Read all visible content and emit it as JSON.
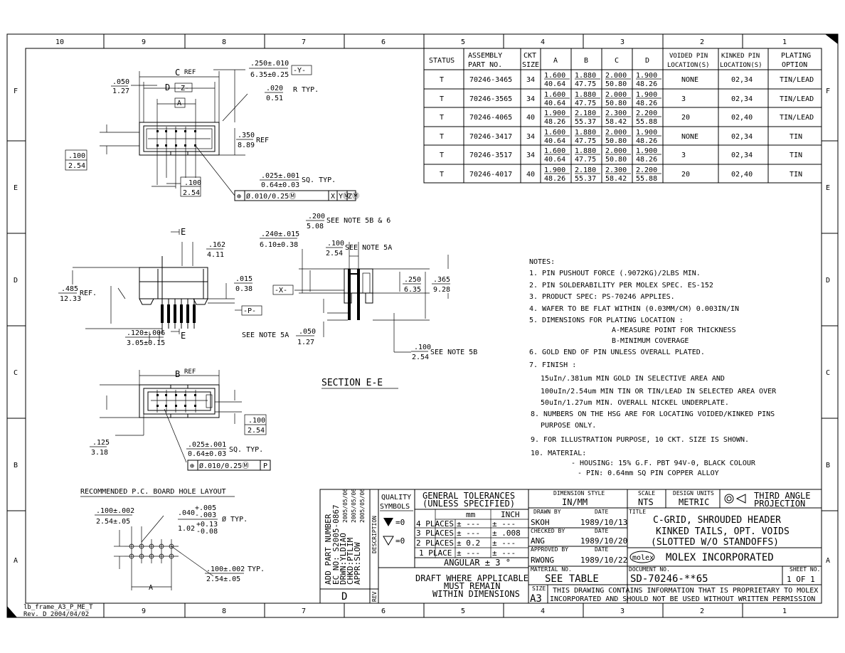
{
  "frame": {
    "col_labels": [
      "10",
      "9",
      "8",
      "7",
      "6",
      "5",
      "4",
      "3",
      "2",
      "1"
    ],
    "row_labels": [
      "F",
      "E",
      "D",
      "C",
      "B",
      "A"
    ],
    "frame_id": "lb_frame_A3_P_ME_T",
    "frame_rev": "Rev. D 2004/04/02"
  },
  "table": {
    "headers": [
      "STATUS",
      "ASSEMBLY PART NO.",
      "CKT SIZE",
      "A",
      "B",
      "C",
      "D",
      "VOIDED PIN LOCATION(S)",
      "KINKED PIN LOCATION(S)",
      "PLATING OPTION"
    ],
    "rows": [
      {
        "status": "T",
        "part": "70246-3465",
        "ckt": "34",
        "a1": "1.600",
        "a2": "40.64",
        "b1": "1.880",
        "b2": "47.75",
        "c1": "2.000",
        "c2": "50.80",
        "d1": "1.900",
        "d2": "48.26",
        "voided": "NONE",
        "kinked": "02,34",
        "plating": "TIN/LEAD"
      },
      {
        "status": "T",
        "part": "70246-3565",
        "ckt": "34",
        "a1": "1.600",
        "a2": "40.64",
        "b1": "1.880",
        "b2": "47.75",
        "c1": "2.000",
        "c2": "50.80",
        "d1": "1.900",
        "d2": "48.26",
        "voided": "3",
        "kinked": "02,34",
        "plating": "TIN/LEAD"
      },
      {
        "status": "T",
        "part": "70246-4065",
        "ckt": "40",
        "a1": "1.900",
        "a2": "48.26",
        "b1": "2.180",
        "b2": "55.37",
        "c1": "2.300",
        "c2": "58.42",
        "d1": "2.200",
        "d2": "55.88",
        "voided": "20",
        "kinked": "02,40",
        "plating": "TIN/LEAD"
      },
      {
        "status": "T",
        "part": "70246-3417",
        "ckt": "34",
        "a1": "1.600",
        "a2": "40.64",
        "b1": "1.880",
        "b2": "47.75",
        "c1": "2.000",
        "c2": "50.80",
        "d1": "1.900",
        "d2": "48.26",
        "voided": "NONE",
        "kinked": "02,34",
        "plating": "TIN"
      },
      {
        "status": "T",
        "part": "70246-3517",
        "ckt": "34",
        "a1": "1.600",
        "a2": "40.64",
        "b1": "1.880",
        "b2": "47.75",
        "c1": "2.000",
        "c2": "50.80",
        "d1": "1.900",
        "d2": "48.26",
        "voided": "3",
        "kinked": "02,34",
        "plating": "TIN"
      },
      {
        "status": "T",
        "part": "70246-4017",
        "ckt": "40",
        "a1": "1.900",
        "a2": "48.26",
        "b1": "2.180",
        "b2": "55.37",
        "c1": "2.300",
        "c2": "58.42",
        "d1": "2.200",
        "d2": "55.88",
        "voided": "20",
        "kinked": "02,40",
        "plating": "TIN"
      }
    ]
  },
  "notes": {
    "title": "NOTES:",
    "lines": [
      "1. PIN PUSHOUT FORCE (.9072KG)/2LBS MIN.",
      "2. PIN SOLDERABILITY PER MOLEX SPEC. ES-152",
      "3. PRODUCT SPEC: PS-70246 APPLIES.",
      "4. WAFER TO BE FLAT WITHIN (0.03MM/CM) 0.003IN/IN",
      "5. DIMENSIONS FOR PLATING LOCATION :",
      "A-MEASURE POINT FOR THICKNESS",
      "B-MINIMUM COVERAGE",
      "6. GOLD END OF PIN UNLESS OVERALL PLATED.",
      "7. FINISH :",
      "15uIn/.381um MIN GOLD IN SELECTIVE AREA AND",
      "100uIn/2.54um MIN TIN OR TIN/LEAD IN SELECTED AREA OVER",
      "50uIn/1.27um MIN. OVERALL NICKEL UNDERPLATE.",
      "8. NUMBERS ON THE HSG ARE FOR LOCATING VOIDED/KINKED PINS",
      "PURPOSE ONLY.",
      "9. FOR ILLUSTRATION PURPOSE, 10 CKT. SIZE IS SHOWN.",
      "10. MATERIAL:",
      "- HOUSING: 15% G.F. PBT 94V-0, BLACK COLOUR",
      "- PIN: 0.64mm SQ PIN COPPER ALLOY"
    ]
  },
  "dims": {
    "top_c_ref": "C",
    "ref": "REF",
    "top_d": "D",
    "datum_z": "-Z-",
    "datum_y": "-Y-",
    "datum_a": "A",
    "d050": ".050",
    "d127": "1.27",
    "d250": ".250±.010",
    "d635": "6.35±0.25",
    "d020": ".020",
    "d051": "0.51",
    "rtyp": "R TYP.",
    "d350": ".350",
    "d889": "8.89",
    "d100a": ".100",
    "d254a": "2.54",
    "d025": ".025±.001",
    "d064": "0.64±0.03",
    "sqtyp": "SQ. TYP.",
    "d100b": ".100",
    "d254b": "2.54",
    "fcf1": "⊕",
    "fcf2": "Ø.010/0.25Ⓜ",
    "fcf3": "X",
    "fcf4": "YⓂ",
    "fcf5": "ZⓂ",
    "e_label": "E",
    "d162": ".162",
    "d411": "4.11",
    "d485": ".485",
    "d1233": "12.33",
    "ref_dot": "REF.",
    "d015": ".015",
    "d038": "0.38",
    "datum_p": "-P-",
    "d120": ".120±.006",
    "d305": "3.05±0.15",
    "d200": ".200",
    "d508": "5.08",
    "see5b6": "SEE NOTE 5B & 6",
    "d240": ".240±.015",
    "d610": "6.10±0.38",
    "d100c": ".100",
    "d254c": "2.54",
    "see5a": "SEE NOTE 5A",
    "datum_x": "-X-",
    "d250b": ".250",
    "d635b": "6.35",
    "d365": ".365",
    "d928": "9.28",
    "see5a2": "SEE NOTE 5A",
    "d050b": ".050",
    "d127b": "1.27",
    "d100d": ".100",
    "d254d": "2.54",
    "see5b": "SEE NOTE 5B",
    "section": "SECTION   E-E",
    "b_label": "B",
    "d100e": ".100",
    "d254e": "2.54",
    "d125": ".125",
    "d318": "3.18",
    "d025b": ".025±.001",
    "d064b": "0.64±0.03",
    "sqtyp2": "SQ. TYP.",
    "fcf6": "Ø.010/0.25Ⓜ",
    "fcf7": "P",
    "pcb_title": "RECOMMENDED P.C. BOARD HOLE LAYOUT",
    "d100f": ".100±.002",
    "d254f": "2.54±.05",
    "d040": ".040",
    "d040p": "+.005",
    "d040m": "-.003",
    "d102": "1.02",
    "d102p": "+0.13",
    "d102m": "-0.08",
    "dtyp": "Ø TYP.",
    "d100g": ".100±.002",
    "typ": "TYP.",
    "d254g": "2.54±.05",
    "a_label": "A"
  },
  "titleblock": {
    "rev_col1": "ADD PART NUMBER",
    "rev_col2": "EC NO: S2005-0867",
    "rev_col3": "DRWN:YLDIAO",
    "rev_col4": "CHKD:PTLIM",
    "rev_col5": "APPR:SLOW",
    "date1": "2005/05/06",
    "date2": "2005/05/06",
    "date3": "2005/05/06",
    "rev_letter": "D",
    "desc_label": "DESCRIPTION",
    "rev_label": "REV",
    "quality": "QUALITY",
    "symbols": "SYMBOLS",
    "eq0a": "=0",
    "eq0b": "=0",
    "gen_tol1": "GENERAL TOLERANCES",
    "gen_tol2": "(UNLESS SPECIFIED)",
    "mm": "mm",
    "inch": "INCH",
    "p4": "4 PLACES",
    "p3": "3 PLACES",
    "p2": "2 PLACES",
    "p1": "1 PLACE",
    "p4mm": "± ---",
    "p3mm": "± ---",
    "p2mm": "± 0.2",
    "p1mm": "± ---",
    "p4in": "± ---",
    "p3in": "± .008",
    "p2in": "± ---",
    "p1in": "± ---",
    "angular": "ANGULAR ± 3 °",
    "draft1": "DRAFT WHERE APPLICABLE",
    "draft2": "MUST REMAIN",
    "draft3": "WITHIN DIMENSIONS",
    "dim_style": "DIMENSION STYLE",
    "dim_style_v": "IN/MM",
    "scale": "SCALE",
    "scale_v": "NTS",
    "design_units": "DESIGN UNITS",
    "design_units_v": "METRIC",
    "third1": "THIRD ANGLE",
    "third2": "PROJECTION",
    "drawn_by": "DRAWN BY",
    "date_lbl": "DATE",
    "drawn_v": "SKOH",
    "drawn_d": "1989/10/13",
    "checked_by": "CHECKED BY",
    "checked_v": "ANG",
    "checked_d": "1989/10/20",
    "approved_by": "APPROVED BY",
    "approved_v": "RWONG",
    "approved_d": "1989/10/22",
    "title_lbl": "TITLE",
    "title1": "C-GRID, SHROUDED HEADER",
    "title2": "KINKED TAILS, OPT. VOIDS",
    "title3": "(SLOTTED W/O STANDOFFS)",
    "logo": "molex",
    "company": "MOLEX INCORPORATED",
    "material_no": "MATERIAL NO.",
    "material_v": "SEE TABLE",
    "document_no": "DOCUMENT NO.",
    "document_v": "SD-70246-**65",
    "sheet_no": "SHEET NO.",
    "sheet_v": "1 OF 1",
    "size_lbl": "SIZE",
    "size_v": "A3",
    "prop1": "THIS DRAWING CONTAINS INFORMATION THAT IS PROPRIETARY TO MOLEX",
    "prop2": "INCORPORATED AND SHOULD NOT BE USED WITHOUT WRITTEN PERMISSION"
  }
}
